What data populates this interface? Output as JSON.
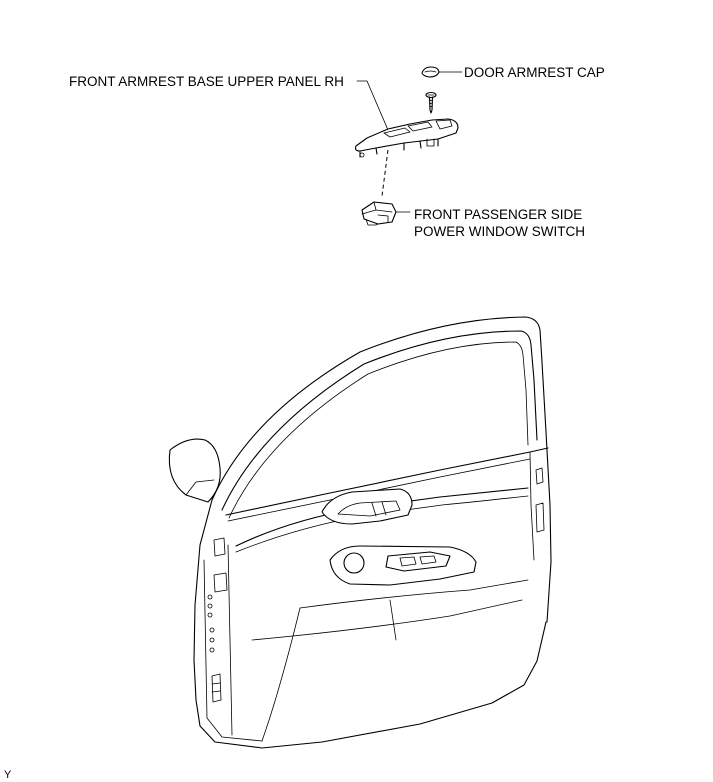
{
  "labels": {
    "upper_panel": "FRONT ARMREST BASE UPPER PANEL RH",
    "armrest_cap": "DOOR ARMREST CAP",
    "switch_line1": "FRONT PASSENGER SIDE",
    "switch_line2": "POWER WINDOW SWITCH"
  },
  "figure_code": "Y"
}
